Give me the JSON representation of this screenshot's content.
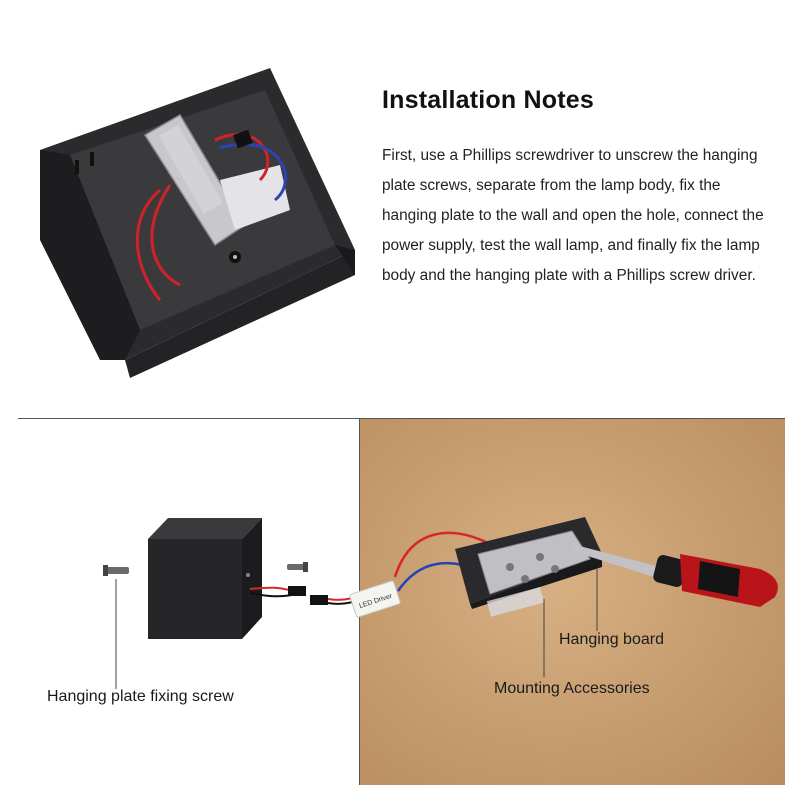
{
  "notes": {
    "title": "Installation Notes",
    "body": "First, use a Phillips screwdriver to unscrew the hanging plate screws, separate from the lamp body, fix the hanging plate to the wall and open the hole, connect the power supply, test the wall lamp, and finally fix the lamp body and the hanging plate with a Phillips screw driver."
  },
  "labels": {
    "fixing_screw": "Hanging plate fixing screw",
    "hanging_board": "Hanging board",
    "mounting_accessories": "Mounting Accessories"
  },
  "driver_label": "LED Driver",
  "icons": [
    "lamp-box-photo",
    "driver-module",
    "screwdriver",
    "wall-plate"
  ],
  "colors": {
    "lamp_body": "#2a2a2c",
    "wall": "#c9a073",
    "wire_red": "#d8262a",
    "wire_blue": "#2443b6",
    "screwdriver_handle": "#b8141a"
  }
}
